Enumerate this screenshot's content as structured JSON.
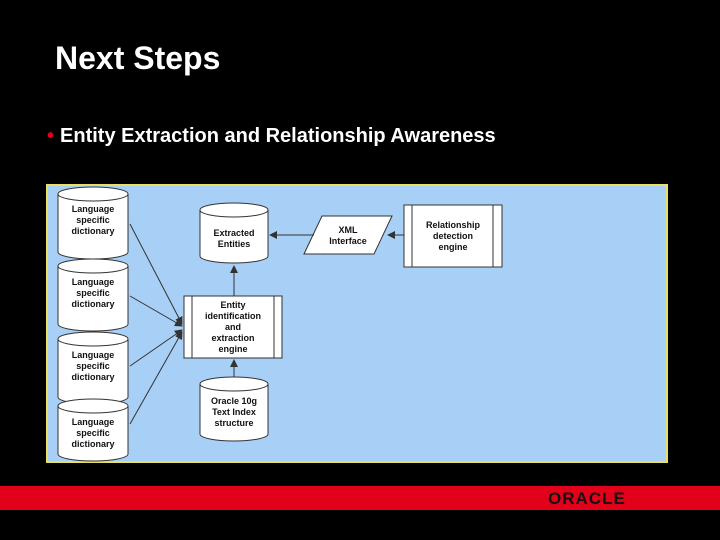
{
  "slide": {
    "title": "Next Steps",
    "bullet": "Entity Extraction and Relationship Awareness"
  },
  "diagram": {
    "dictionaries": [
      [
        "Language",
        "specific",
        "dictionary"
      ],
      [
        "Language",
        "specific",
        "dictionary"
      ],
      [
        "Language",
        "specific",
        "dictionary"
      ],
      [
        "Language",
        "specific",
        "dictionary"
      ]
    ],
    "extracted_entities": [
      "Extracted",
      "Entities"
    ],
    "xml_interface": [
      "XML",
      "Interface"
    ],
    "relationship_engine": [
      "Relationship",
      "detection",
      "engine"
    ],
    "entity_engine": [
      "Entity",
      "identification",
      "and",
      "extraction",
      "engine"
    ],
    "text_index": [
      "Oracle 10g",
      "Text Index",
      "structure"
    ]
  },
  "footer": {
    "logo_text": "ORACLE"
  },
  "colors": {
    "background": "#000000",
    "panel": "#a8cff5",
    "panel_border": "#e8e060",
    "footer_bar": "#e3001b",
    "bullet_dot": "#e3001b"
  }
}
